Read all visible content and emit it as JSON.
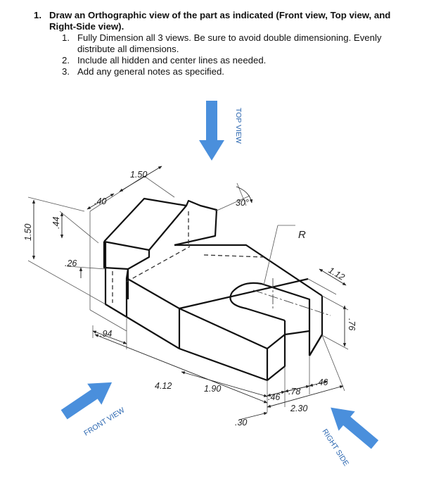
{
  "instructions": {
    "main_number": "1.",
    "main_text": "Draw an Orthographic view of the part as indicated (Front view, Top view, and Right-Side view).",
    "sub_items": [
      {
        "number": "1.",
        "text": "Fully Dimension all 3 views. Be sure to avoid double dimensioning. Evenly distribute all dimensions."
      },
      {
        "number": "2.",
        "text": "Include all hidden and center lines as needed."
      },
      {
        "number": "3.",
        "text": "Add any general notes as specified."
      }
    ]
  },
  "view_labels": {
    "top": "TOP VIEW",
    "front": "FRONT VIEW",
    "right": "RIGHT SIDE"
  },
  "arrow_color": "#4a8fdc",
  "dimensions": {
    "d150_top": "1.50",
    "d040": ".40",
    "d150_left": "1.50",
    "d044": ".44",
    "d026": ".26",
    "d094": ".94",
    "d412": "4.12",
    "d190": "1.90",
    "d030_bottom": ".30",
    "d046_a": ".46",
    "d078": ".78",
    "d046_b": ".46",
    "d230": "2.30",
    "d112": "1.12",
    "d076": ".76",
    "angle_30": "30°",
    "radius": "R"
  }
}
